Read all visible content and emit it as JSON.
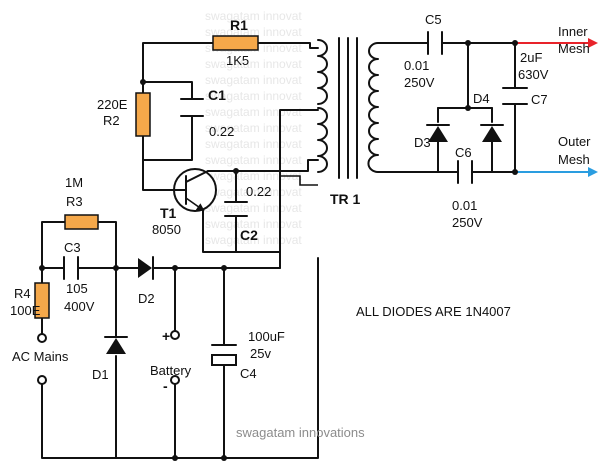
{
  "components": {
    "r1": {
      "ref": "R1",
      "value": "1K5"
    },
    "r2": {
      "ref": "R2",
      "value": "220E"
    },
    "r3": {
      "ref": "R3",
      "value": "1M"
    },
    "r4": {
      "ref": "R4",
      "value": "100E"
    },
    "c1": {
      "ref": "C1",
      "value": "0.22"
    },
    "c2": {
      "ref": "C2",
      "value": "0.22"
    },
    "c3": {
      "ref": "C3",
      "value": "105",
      "voltage": "400V"
    },
    "c4": {
      "ref": "C4",
      "value": "100uF",
      "voltage": "25v"
    },
    "c5": {
      "ref": "C5",
      "value": "0.01",
      "voltage": "250V"
    },
    "c6": {
      "ref": "C6",
      "value": "0.01",
      "voltage": "250V"
    },
    "c7": {
      "ref": "C7",
      "value": "2uF",
      "voltage": "630V"
    },
    "t1": {
      "ref": "T1",
      "value": "8050"
    },
    "tr1": {
      "ref": "TR 1"
    },
    "d1": {
      "ref": "D1"
    },
    "d2": {
      "ref": "D2"
    },
    "d3": {
      "ref": "D3"
    },
    "d4": {
      "ref": "D4"
    }
  },
  "terminals": {
    "ac_mains": "AC Mains",
    "battery": "Battery",
    "battery_plus": "+",
    "battery_minus": "-",
    "inner_mesh": [
      "Inner",
      "Mesh"
    ],
    "outer_mesh": [
      "Outer",
      "Mesh"
    ]
  },
  "note": "ALL DIODES ARE 1N4007",
  "watermark": "swagatam innovations",
  "watermark_bg": "swagatam innovat",
  "colors": {
    "inner_mesh_arrow": "#e8232a",
    "outer_mesh_arrow": "#2a9de0",
    "resistor": "#f5a84a",
    "wire": "#111111",
    "watermark": "#8c8c8c"
  }
}
